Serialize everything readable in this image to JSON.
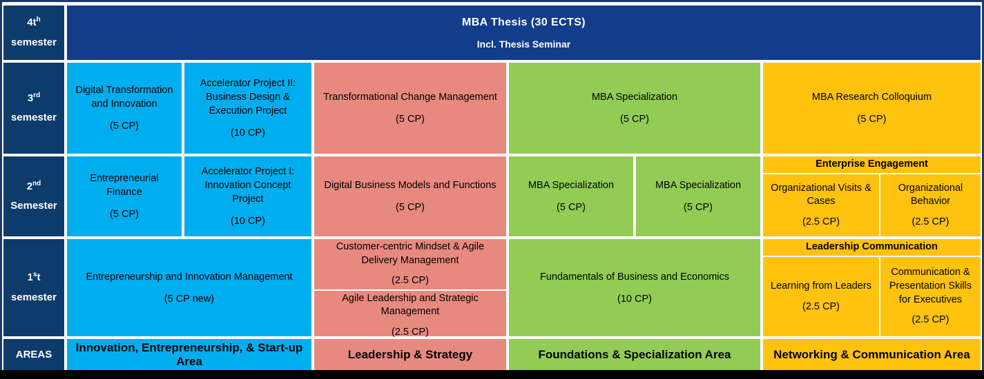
{
  "colors": {
    "navy_label": "#0d3b6b",
    "navy_banner": "#133C8B",
    "blue": "#00AEEF",
    "salmon": "#E8897F",
    "green": "#92CC55",
    "yellow": "#FFC20E",
    "white_gap": "#FFFFFF",
    "bottom_bar": "#000000"
  },
  "semesters": {
    "fourth": {
      "ordinal": "4t",
      "sup": "h",
      "word": "semester"
    },
    "third": {
      "ordinal": "3",
      "sup": "rd",
      "word": "semester"
    },
    "second": {
      "ordinal": "2",
      "sup": "nd",
      "word": "Semester"
    },
    "first": {
      "ordinal": "1",
      "sup": "s",
      "suffix": "t",
      "word": "semester"
    },
    "areas": {
      "label": "AREAS"
    }
  },
  "thesis": {
    "title": "MBA Thesis (30 ECTS)",
    "subtitle": "Incl. Thesis Seminar"
  },
  "semester3": {
    "digital_transformation": {
      "title": "Digital Transformation and Innovation",
      "cp": "(5 CP)"
    },
    "accelerator_2": {
      "title": "Accelerator Project II: Business Design & Execution Project",
      "cp": "(10 CP)"
    },
    "transformational_change": {
      "title": "Transformational Change Management",
      "cp": "(5 CP)"
    },
    "mba_specialization": {
      "title": "MBA Specialization",
      "cp": "(5 CP)"
    },
    "research_colloquium": {
      "title": "MBA Research Colloquium",
      "cp": "(5 CP)"
    }
  },
  "semester2": {
    "entrepreneurial_finance": {
      "title": "Entrepreneurial Finance",
      "cp": "(5 CP)"
    },
    "accelerator_1": {
      "title": "Accelerator Project I: Innovation Concept Project",
      "cp": "(10 CP)"
    },
    "digital_business_models": {
      "title": "Digital Business Models and Functions",
      "cp": "(5 CP)"
    },
    "mba_specialization_a": {
      "title": "MBA Specialization",
      "cp": "(5 CP)"
    },
    "mba_specialization_b": {
      "title": "MBA Specialization",
      "cp": "(5 CP)"
    },
    "enterprise_engagement": {
      "heading": "Enterprise Engagement",
      "left": {
        "title": "Organizational Visits & Cases",
        "cp": "(2.5 CP)"
      },
      "right": {
        "title": "Organizational Behavior",
        "cp": "(2.5 CP)"
      }
    }
  },
  "semester1": {
    "entrepreneurship_innovation": {
      "title": "Entrepreneurship and Innovation Management",
      "cp": "(5 CP new)"
    },
    "customer_centric": {
      "title": "Customer-centric Mindset & Agile Delivery Management",
      "cp": "(2.5 CP)"
    },
    "agile_leadership": {
      "title": "Agile Leadership and Strategic Management",
      "cp": "(2.5 CP)"
    },
    "fundamentals": {
      "title": "Fundamentals of Business and Economics",
      "cp": "(10 CP)"
    },
    "leadership_communication": {
      "heading": "Leadership Communication",
      "left": {
        "title": "Learning from Leaders",
        "cp": "(2.5 CP)"
      },
      "right": {
        "title": "Communication & Presentation Skills for Executives",
        "cp": "(2.5 CP)"
      }
    }
  },
  "areas": {
    "innovation": "Innovation, Entrepreneurship, & Start-up Area",
    "leadership": "Leadership & Strategy",
    "foundations": "Foundations & Specialization Area",
    "networking": "Networking & Communication Area"
  }
}
